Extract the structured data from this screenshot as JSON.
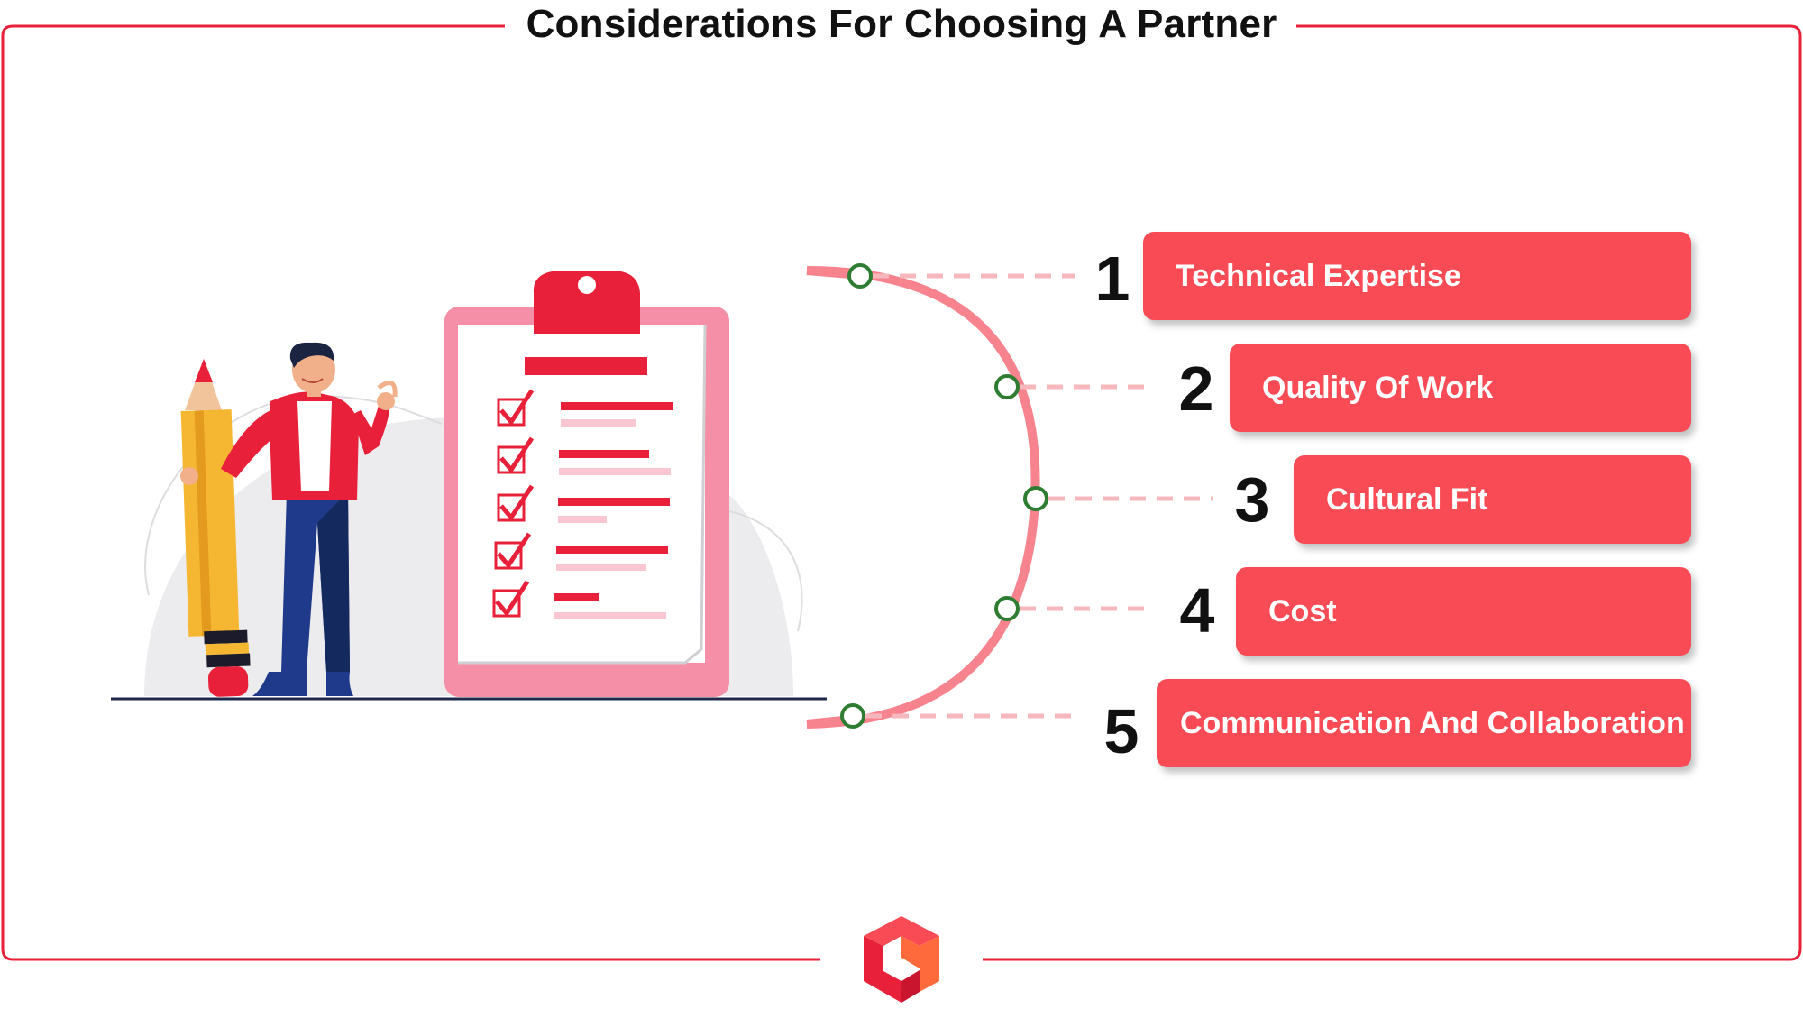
{
  "title": "Considerations For Choosing A Partner",
  "colors": {
    "frame": "#e8203a",
    "pill": "#f94b55",
    "arc": "#f7838e",
    "node_ring": "#2e7d32",
    "dash": "#f6b7bd",
    "number": "#111111",
    "pill_text": "#ffffff"
  },
  "items": [
    {
      "number": "1",
      "label": "Technical Expertise"
    },
    {
      "number": "2",
      "label": "Quality Of Work"
    },
    {
      "number": "3",
      "label": "Cultural Fit"
    },
    {
      "number": "4",
      "label": "Cost"
    },
    {
      "number": "5",
      "label": "Communication And Collaboration"
    }
  ],
  "illustration": {
    "figure": "person-with-pencil",
    "clipboard": "checklist-clipboard",
    "checklist_items": 5
  },
  "logo": "brand-cube-logo"
}
